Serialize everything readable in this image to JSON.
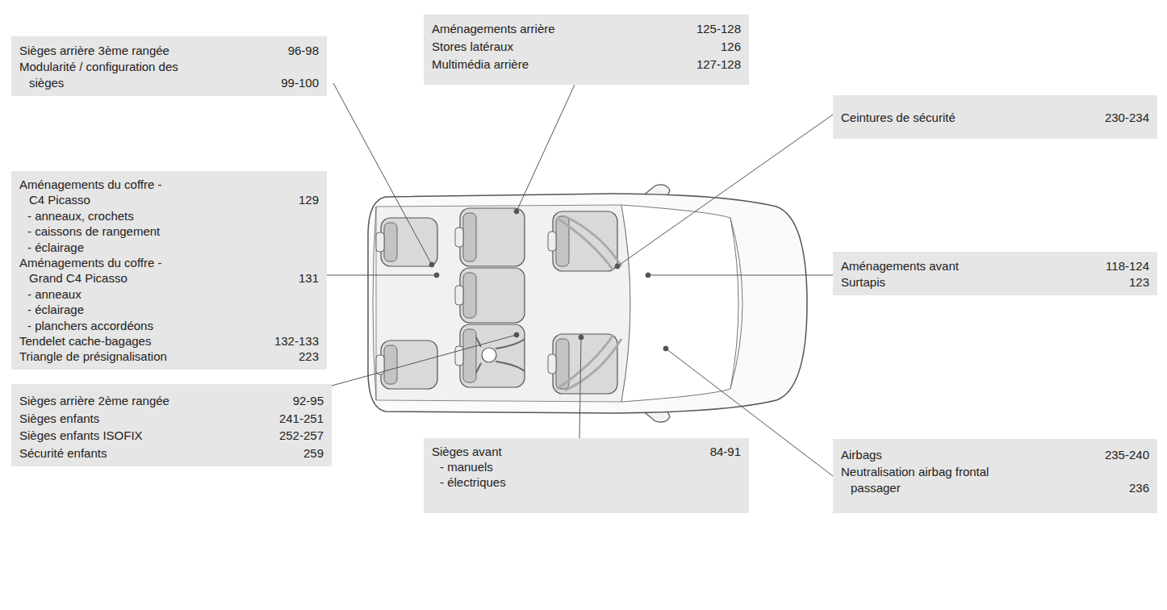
{
  "diagram": {
    "nodes": [
      {
        "text": [
          "Sièges arrière 3ème rangée",
          "96-98",
          "Modularité / configuration des sièges",
          "99-100"
        ]
      },
      {
        "text": [
          "Aménagements du coffre - C4 Picasso",
          "129",
          "- anneaux, crochets",
          "- caissons de rangement",
          "- éclairage",
          "Aménagements du coffre - Grand C4 Picasso",
          "131",
          "- anneaux",
          "- éclairage",
          "- planchers accordéons",
          "Tendelet cache-bagages",
          "132-133",
          "Triangle de présignalisation",
          "223"
        ]
      },
      {
        "text": [
          "Sièges arrière 2ème rangée",
          "92-95",
          "Sièges enfants",
          "241-251",
          "Sièges enfants ISOFIX",
          "252-257",
          "Sécurité enfants",
          "259"
        ]
      },
      {
        "text": [
          "Aménagements arrière",
          "125-128",
          "Stores latéraux",
          "126",
          "Multimédia arrière",
          "127-128"
        ]
      },
      {
        "text": [
          "Ceintures de sécurité",
          "230-234"
        ]
      },
      {
        "text": [
          "Aménagements avant",
          "118-124",
          "Surtapis",
          "123"
        ]
      },
      {
        "text": [
          "Airbags",
          "235-240",
          "Neutralisation airbag frontal passager",
          "236"
        ]
      },
      {
        "text": [
          "Sièges avant",
          "84-91",
          "- manuels",
          "- électriques"
        ]
      }
    ]
  }
}
